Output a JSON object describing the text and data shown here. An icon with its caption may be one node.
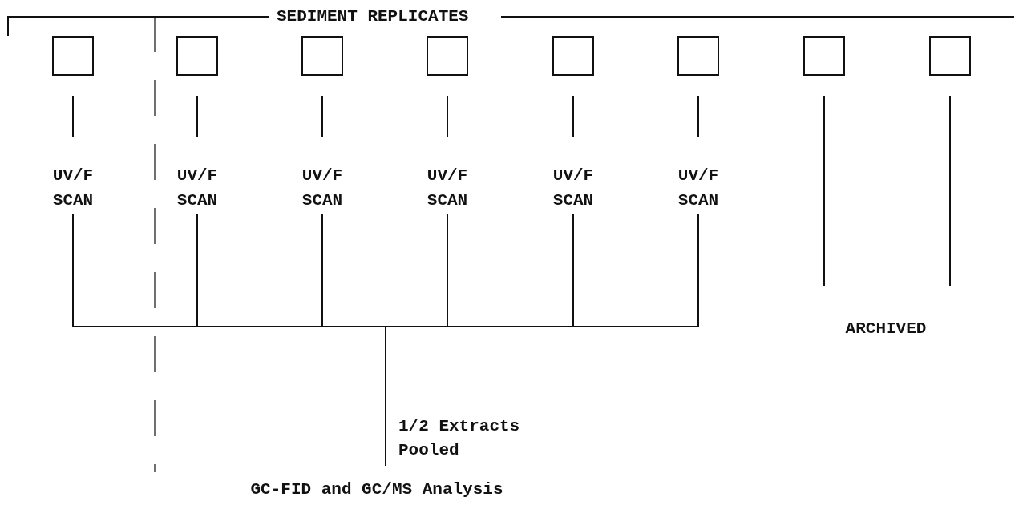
{
  "diagram": {
    "nodes": [
      {
        "text": [],
        "shape": "box"
      },
      {
        "text": [],
        "shape": "box"
      },
      {
        "text": [],
        "shape": "box"
      },
      {
        "text": [],
        "shape": "box"
      },
      {
        "text": [],
        "shape": "box"
      },
      {
        "text": [],
        "shape": "box"
      },
      {
        "text": [],
        "shape": "box"
      },
      {
        "text": [],
        "shape": "box"
      },
      {
        "text": [
          "UV/F SCAN"
        ]
      },
      {
        "text": [
          "UV/F SCAN"
        ]
      },
      {
        "text": [
          "UV/F SCAN"
        ]
      },
      {
        "text": [
          "UV/F SCAN"
        ]
      },
      {
        "text": [
          "UV/F SCAN"
        ]
      },
      {
        "text": [
          "UV/F SCAN"
        ]
      },
      {
        "text": [
          "ARCHIVED"
        ]
      },
      {
        "text": [
          "GC-FID and GC/MS Analysis"
        ]
      }
    ],
    "edges": [
      {
        "from": 0,
        "to": 8,
        "arrow": "none"
      },
      {
        "from": 1,
        "to": 9,
        "arrow": "none"
      },
      {
        "from": 2,
        "to": 10,
        "arrow": "none"
      },
      {
        "from": 3,
        "to": 11,
        "arrow": "none"
      },
      {
        "from": 4,
        "to": 12,
        "arrow": "none"
      },
      {
        "from": 5,
        "to": 13,
        "arrow": "none"
      },
      {
        "from": 8,
        "to": 15,
        "arrow": "none"
      },
      {
        "from": 9,
        "to": 15,
        "arrow": "none"
      },
      {
        "from": 10,
        "to": 15,
        "arrow": "none"
      },
      {
        "from": 11,
        "to": 15,
        "arrow": "none"
      },
      {
        "from": 12,
        "to": 15,
        "arrow": "none"
      },
      {
        "from": 13,
        "to": 15,
        "arrow": "none"
      },
      {
        "from": 6,
        "to": 14,
        "arrow": "none"
      },
      {
        "from": 7,
        "to": 14,
        "arrow": "none"
      }
    ],
    "labels": [
      "SEDIMENT REPLICATES",
      "1/2 Extracts Pooled"
    ]
  }
}
